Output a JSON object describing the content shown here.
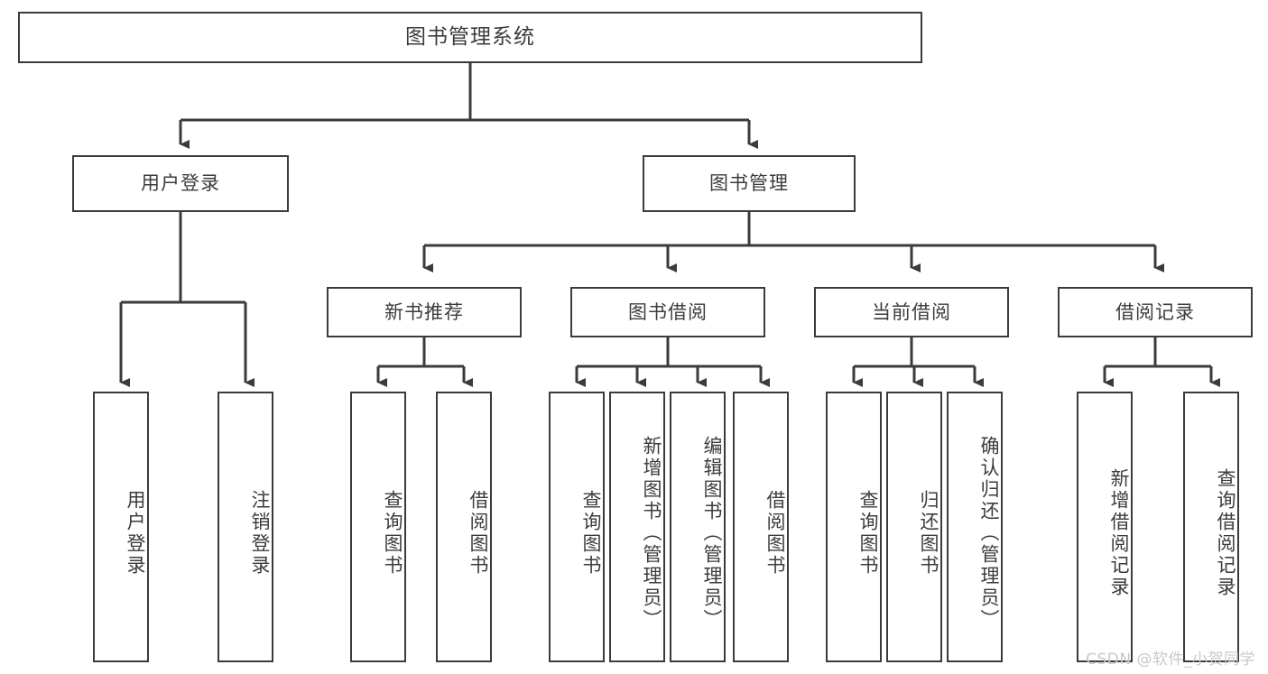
{
  "diagram": {
    "title": "图书管理系统",
    "type": "tree-hierarchy",
    "colors": {
      "border": "#3b3b3b",
      "background": "#ffffff",
      "text": "#3c3c3c",
      "watermark": "#c9c9c9"
    }
  },
  "root": {
    "label": "图书管理系统"
  },
  "level1": [
    {
      "id": "user-login",
      "label": "用户登录"
    },
    {
      "id": "book-management",
      "label": "图书管理"
    }
  ],
  "level2": [
    {
      "id": "new-book-recommend",
      "label": "新书推荐",
      "parent": "book-management"
    },
    {
      "id": "book-borrow",
      "label": "图书借阅",
      "parent": "book-management"
    },
    {
      "id": "current-borrow",
      "label": "当前借阅",
      "parent": "book-management"
    },
    {
      "id": "borrow-record",
      "label": "借阅记录",
      "parent": "book-management"
    }
  ],
  "leaves": [
    {
      "id": "leaf-user-login",
      "label": "用户登录",
      "parent": "user-login"
    },
    {
      "id": "leaf-logout-login",
      "label": "注销登录",
      "parent": "user-login"
    },
    {
      "id": "leaf-query-book-1",
      "label": "查询图书",
      "parent": "new-book-recommend"
    },
    {
      "id": "leaf-borrow-book-1",
      "label": "借阅图书",
      "parent": "new-book-recommend"
    },
    {
      "id": "leaf-query-book-2",
      "label": "查询图书",
      "parent": "book-borrow"
    },
    {
      "id": "leaf-add-book",
      "label": "新增图书（管理员）",
      "parent": "book-borrow"
    },
    {
      "id": "leaf-edit-book",
      "label": "编辑图书（管理员）",
      "parent": "book-borrow"
    },
    {
      "id": "leaf-borrow-book-2",
      "label": "借阅图书",
      "parent": "book-borrow"
    },
    {
      "id": "leaf-query-book-3",
      "label": "查询图书",
      "parent": "current-borrow"
    },
    {
      "id": "leaf-return-book",
      "label": "归还图书",
      "parent": "current-borrow"
    },
    {
      "id": "leaf-confirm-return",
      "label": "确认归还（管理员）",
      "parent": "current-borrow"
    },
    {
      "id": "leaf-add-borrow-record",
      "label": "新增借阅记录",
      "parent": "borrow-record"
    },
    {
      "id": "leaf-query-borrow-record",
      "label": "查询借阅记录",
      "parent": "borrow-record"
    }
  ],
  "watermark": {
    "text": "CSDN @软件_小贺同学"
  }
}
